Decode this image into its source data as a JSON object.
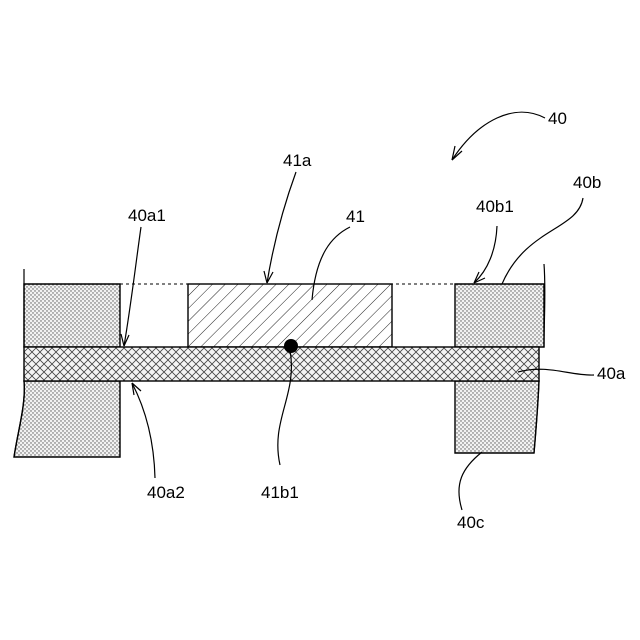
{
  "labels": {
    "assembly": "40",
    "plate": "40a",
    "plate_top": "40a1",
    "plate_bottom": "40a2",
    "frame": "40b",
    "frame_top": "40b1",
    "frame_lower": "40c",
    "chip": "41",
    "chip_top": "41a",
    "chip_point": "41b1"
  }
}
